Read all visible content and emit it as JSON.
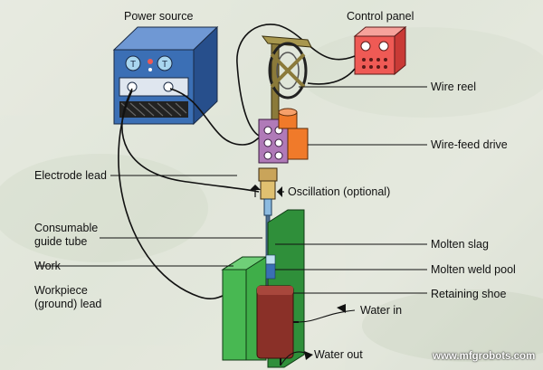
{
  "labels": {
    "power_source": "Power source",
    "control_panel": "Control panel",
    "wire_reel": "Wire reel",
    "wire_feed_drive": "Wire-feed drive",
    "electrode_lead": "Electrode lead",
    "oscillation": "Oscillation (optional)",
    "consumable_guide_tube": "Consumable guide tube",
    "work": "Work",
    "molten_slag": "Molten slag",
    "molten_weld_pool": "Molten weld pool",
    "retaining_shoe": "Retaining shoe",
    "workpiece_lead": "Workpiece (ground) lead",
    "water_in": "Water in",
    "water_out": "Water out"
  },
  "power_source_dials": [
    "T",
    "T"
  ],
  "watermark": "www.mfgrobots.com",
  "colors": {
    "power_source": "#3b6fb5",
    "control_panel": "#ef5a55",
    "wire_feed_drive": "#f07a2a",
    "drive_rollers": "#b07ab8",
    "reel_frame": "#8b7a3a",
    "work_plate": "#3fae49",
    "retaining_shoe": "#8a3028",
    "molten_pool": "#3a6fb5"
  }
}
